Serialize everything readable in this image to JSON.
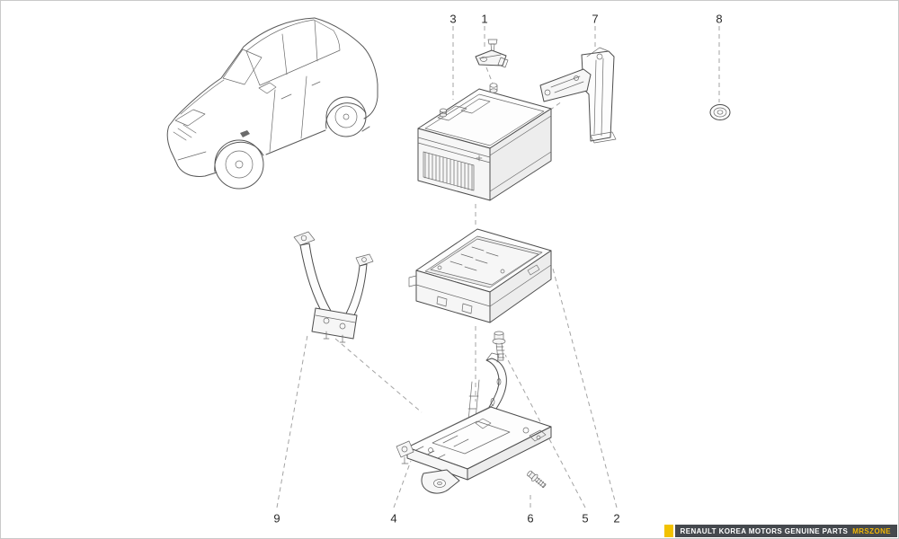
{
  "diagram": {
    "type": "exploded-parts-diagram",
    "callouts_top": [
      "3",
      "1",
      "7",
      "8"
    ],
    "callouts_bottom": [
      "9",
      "4",
      "6",
      "5",
      "2"
    ]
  },
  "watermark": {
    "brand_text": "RENAULT KOREA MOTORS GENUINE PARTS",
    "site_text": "MRSZONE",
    "accent_color": "#f2c200",
    "bar_color": "#45494e",
    "site_text_color": "#f2b705"
  }
}
